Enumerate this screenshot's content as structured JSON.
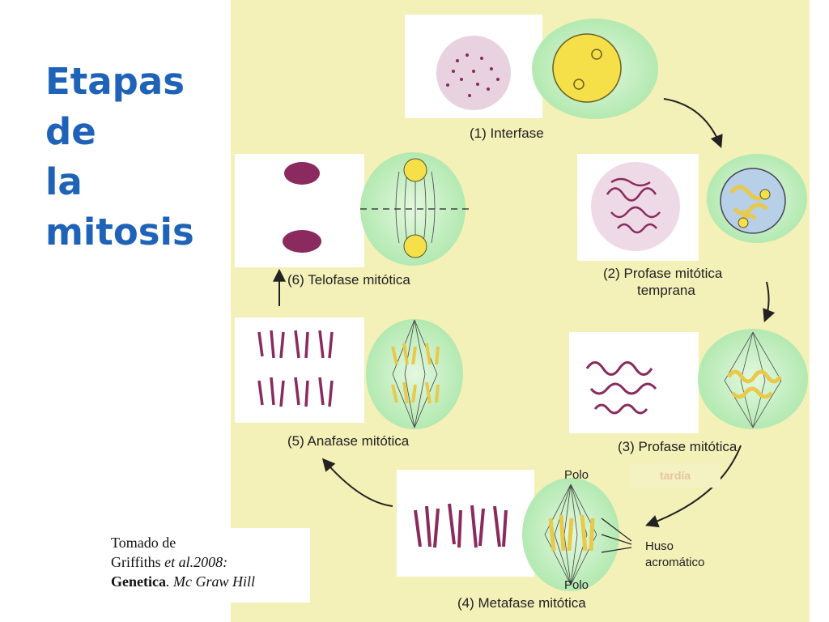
{
  "slide": {
    "title_line1": "Etapas de",
    "title_line2": "la mitosis"
  },
  "stages": {
    "s1": "(1)  Interfase",
    "s2_line1": "(2)  Profase mitótica",
    "s2_line2": "temprana",
    "s3": "(3)  Profase mitótica",
    "s3_overlay": "tardía",
    "s4": "(4)  Metafase mitótica",
    "s5": "(5)  Anafase mitótica",
    "s6": "(6)  Telofase mitótica"
  },
  "annotations": {
    "polo_top": "Polo",
    "polo_bottom": "Polo",
    "huso_line1": "Huso",
    "huso_line2": "acromático"
  },
  "credit": {
    "line1": "Tomado de",
    "line2_a": "Griffiths ",
    "line2_b": "et al.2008:",
    "line3_a": "Genetica",
    "line3_b": ". Mc Graw Hill"
  },
  "colors": {
    "title": "#1f63b8",
    "figure_bg": "#f3f0b8",
    "cell": "#c9efc7",
    "nucleus": "#f5e04a",
    "chromatin": "#8a2a5e"
  }
}
